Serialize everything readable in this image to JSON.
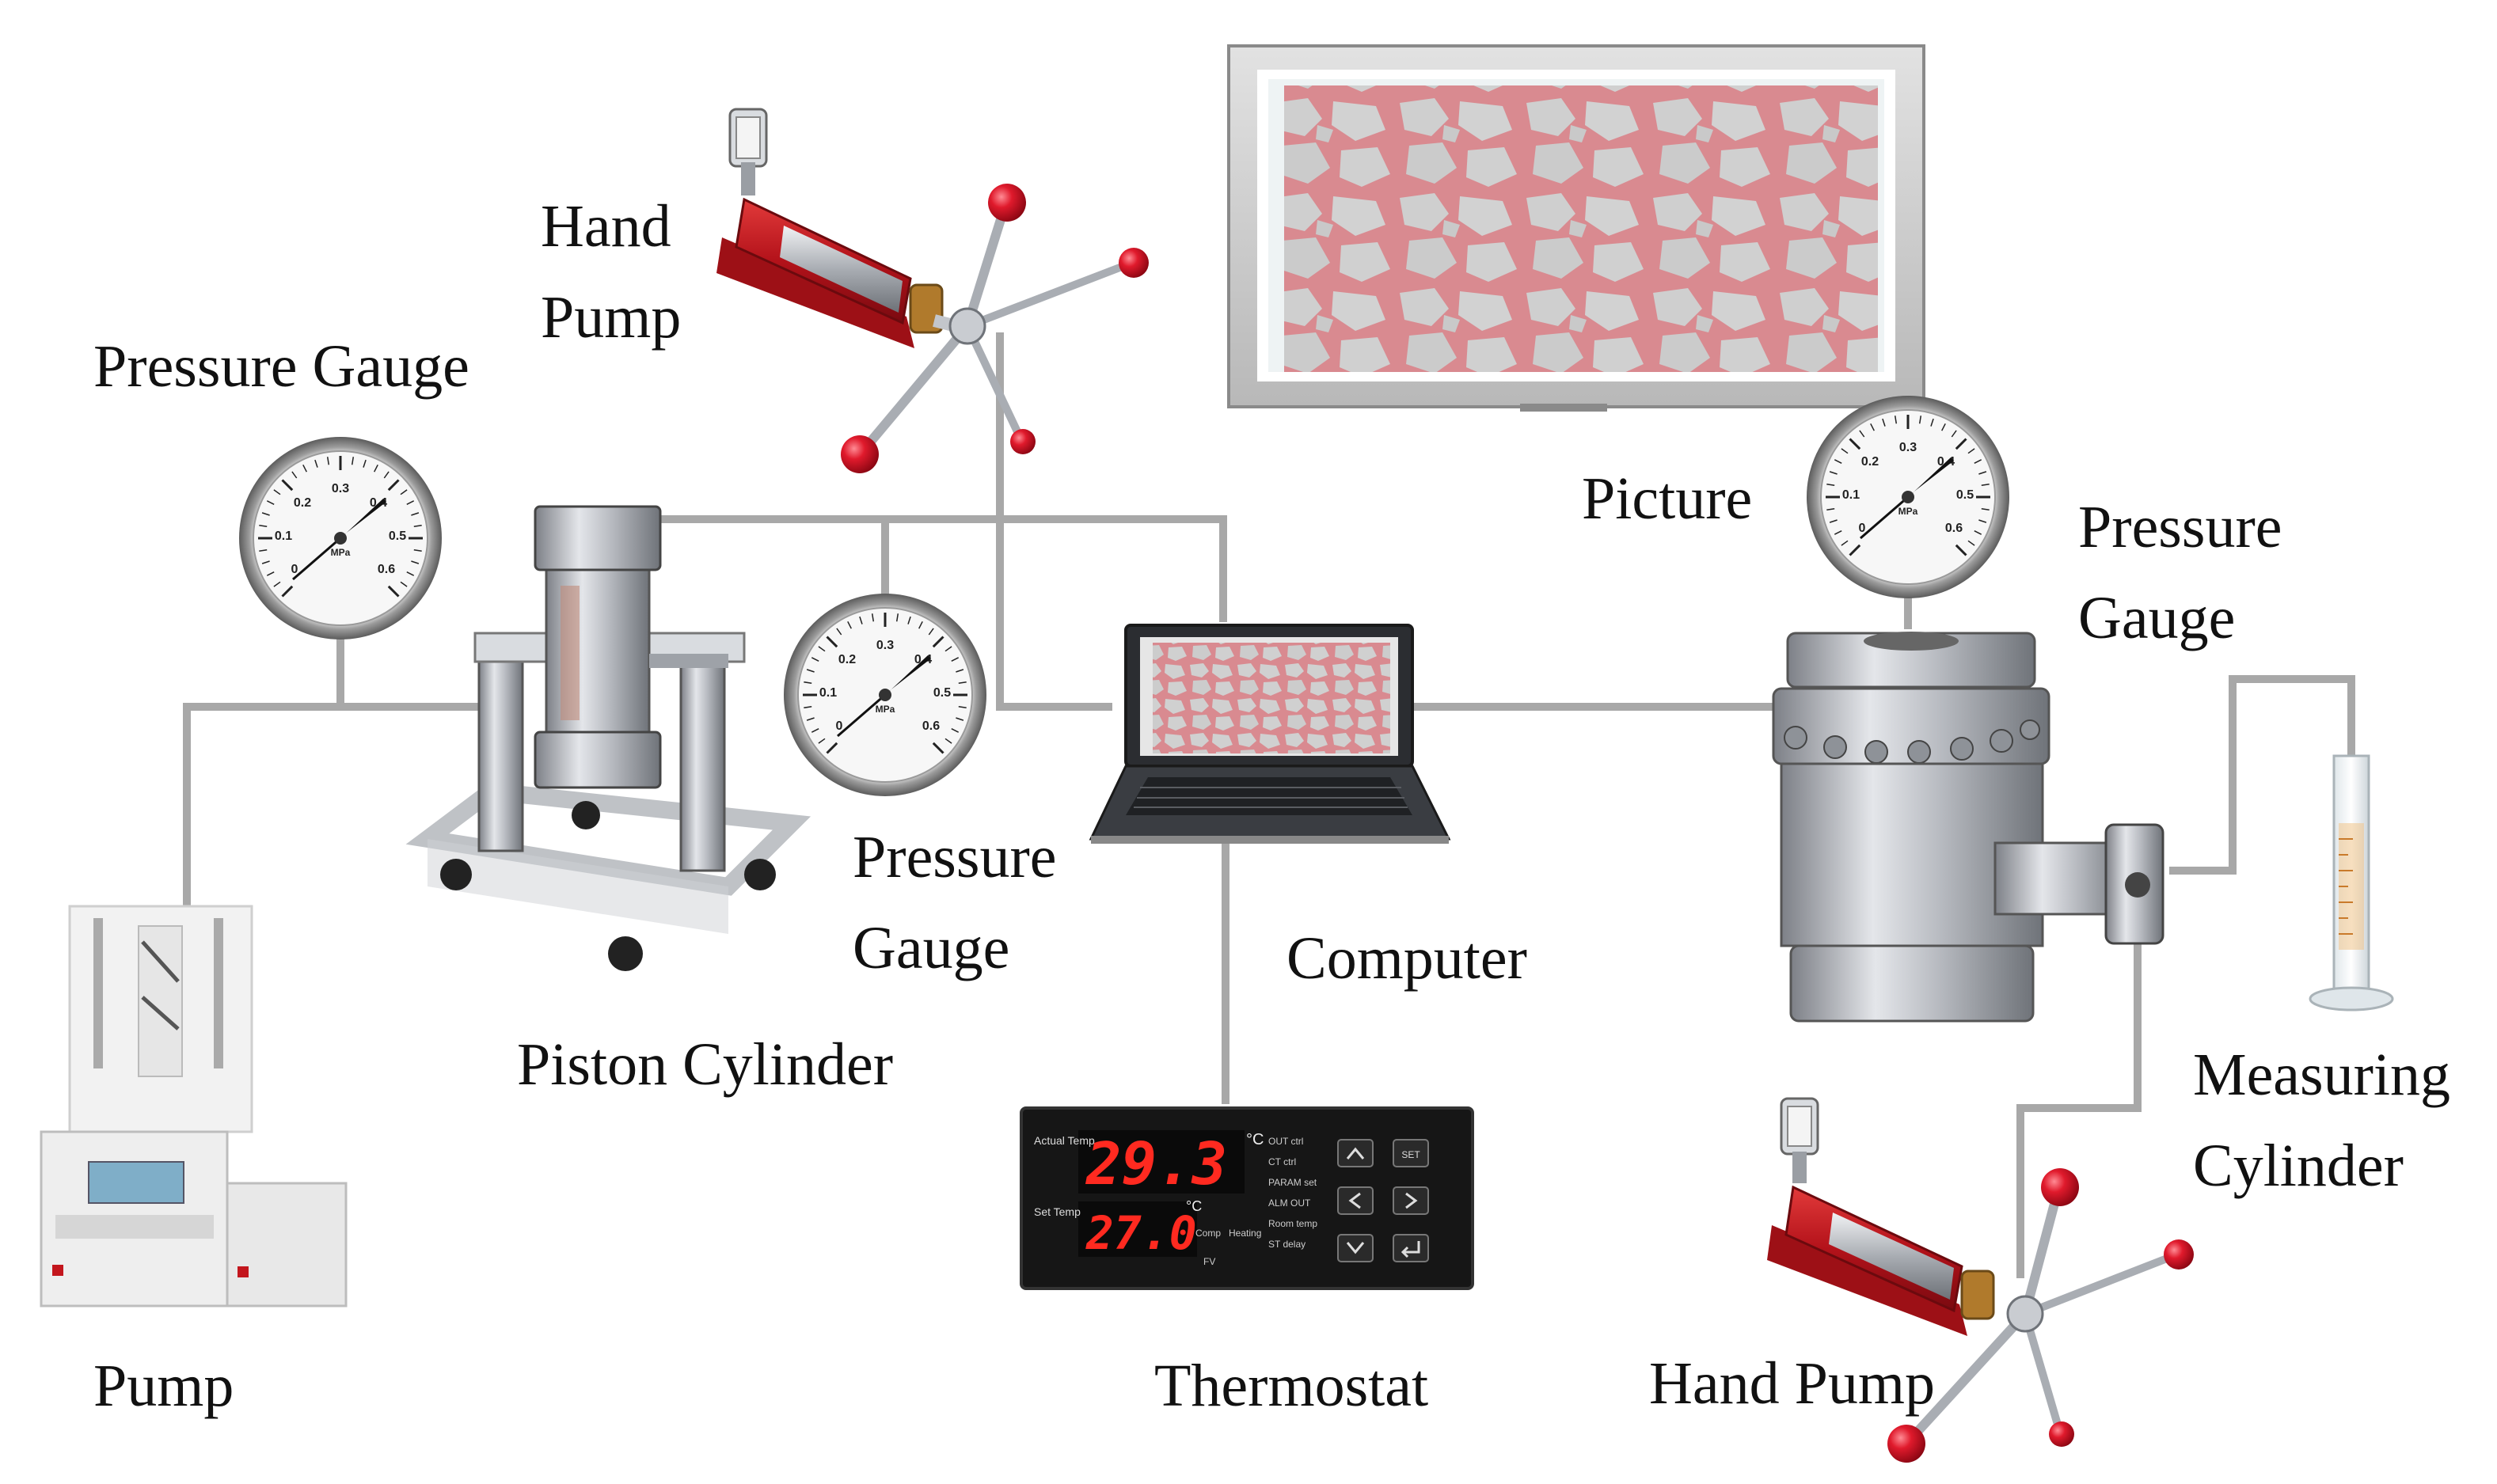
{
  "labels": {
    "hand_pump_top_line1": "Hand",
    "hand_pump_top_line2": "Pump",
    "pressure_gauge_top_left": "Pressure Gauge",
    "picture": "Picture",
    "pressure_gauge_right_line1": "Pressure",
    "pressure_gauge_right_line2": "Gauge",
    "pressure_gauge_middle_line1": "Pressure",
    "pressure_gauge_middle_line2": "Gauge",
    "computer": "Computer",
    "piston_cylinder": "Piston Cylinder",
    "measuring_cylinder_line1": "Measuring",
    "measuring_cylinder_line2": "Cylinder",
    "pump": "Pump",
    "thermostat": "Thermostat",
    "hand_pump_bottom": "Hand Pump"
  },
  "gauge": {
    "scale": [
      "0",
      "0.1",
      "0.2",
      "0.3",
      "0.4",
      "0.5",
      "0.6"
    ],
    "unit": "MPa"
  },
  "thermostat": {
    "actual_label": "Actual Temp",
    "actual_value": "29.3",
    "set_label": "Set Temp",
    "set_value": "27.0",
    "unit": "°C",
    "menu": [
      "OUT ctrl",
      "CT ctrl",
      "PARAM set",
      "ALM OUT",
      "Room temp",
      "ST delay"
    ],
    "mode_labels": [
      "Comp",
      "Heating"
    ],
    "fan_label": "FV",
    "button_set": "SET"
  },
  "colors": {
    "connector": "#a8a8a8",
    "hand_pump_red": "#c8151b",
    "knob_red": "#d8142a",
    "rock_pink": "#d98a90",
    "rock_grain": "#cfcfcf",
    "lcd_red": "#ff2a20",
    "steel": "#b8bcc2"
  }
}
